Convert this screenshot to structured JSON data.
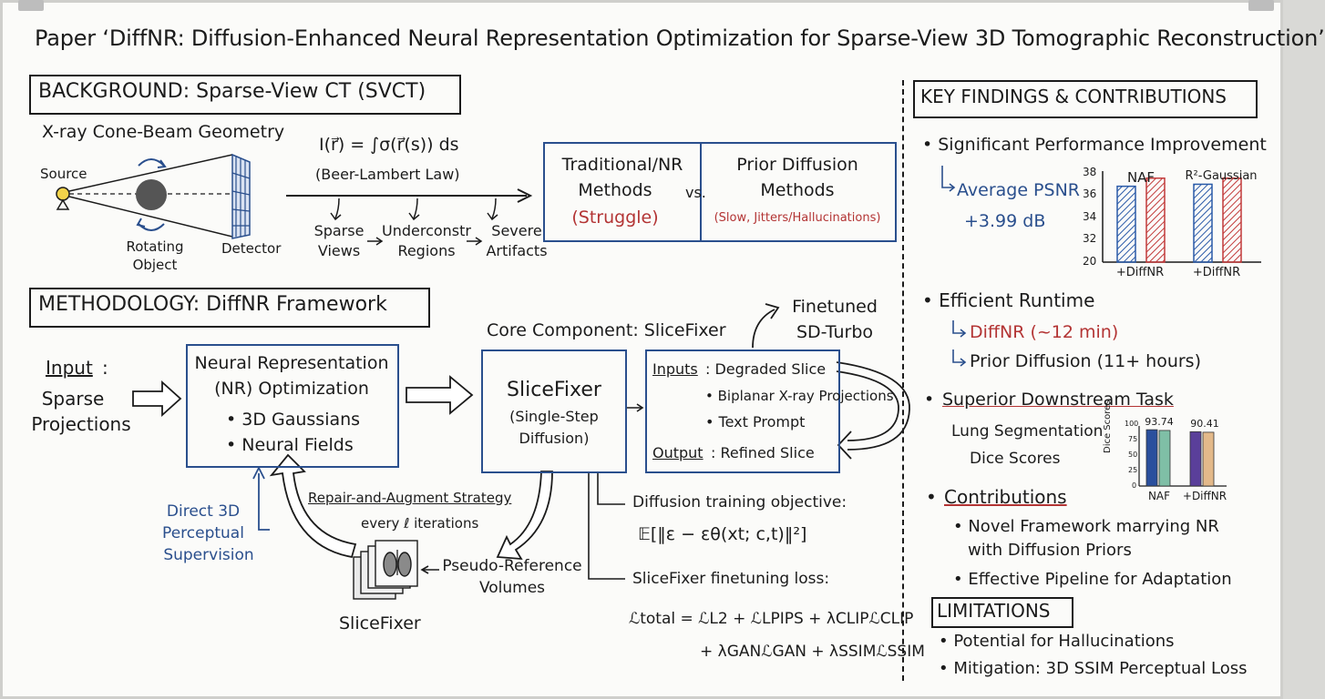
{
  "title": "Paper ‘DiffNR: Diffusion-Enhanced Neural Representation Optimization for Sparse-View 3D Tomographic Reconstruction’",
  "background": {
    "heading": "BACKGROUND: Sparse-View CT (SVCT)",
    "geometry_label": "X-ray Cone-Beam Geometry",
    "source": "Source",
    "rotating": "Rotating",
    "object": "Object",
    "detector": "Detector",
    "formula": "I(r⃗) = ∫σ(r⃗(s)) ds",
    "law": "(Beer-Lambert Law)",
    "flow": [
      "Sparse",
      "Views",
      "Underconstr",
      "Regions",
      "Severe",
      "Artifacts"
    ],
    "compare": {
      "left_1": "Traditional/NR",
      "left_2": "Methods",
      "left_3": "(Struggle)",
      "vs": "vs.",
      "right_1": "Prior Diffusion",
      "right_2": "Methods",
      "right_3": "(Slow, Jitters/Hallucinations)"
    }
  },
  "methodology": {
    "heading": "METHODOLOGY: DiffNR Framework",
    "input_label": "Input",
    "input_colon": ":",
    "input_1": "Sparse",
    "input_2": "Projections",
    "nr_1": "Neural Representation",
    "nr_2": "(NR) Optimization",
    "nr_b1": "• 3D Gaussians",
    "nr_b2": "• Neural Fields",
    "core_label": "Core Component: SliceFixer",
    "sf_1": "SliceFixer",
    "sf_2": "(Single-Step",
    "sf_3": "Diffusion)",
    "finetuned_1": "Finetuned",
    "finetuned_2": "SD-Turbo",
    "io_inputs_label": "Inputs",
    "io_inputs_rest": ": Degraded Slice",
    "io_b1": "• Biplanar X-ray Projections",
    "io_b2": "• Text Prompt",
    "io_output_label": "Output",
    "io_output_rest": ": Refined Slice",
    "direct_1": "Direct 3D",
    "direct_2": "Perceptual",
    "direct_3": "Supervision",
    "repair": "Repair-and-Augment Strategy",
    "every": "every ℓ iterations",
    "slicefixer_bottom": "SliceFixer",
    "pseudo_1": "Pseudo-Reference",
    "pseudo_2": "Volumes",
    "obj_label": "Diffusion training objective:",
    "obj_formula": "𝔼[‖ε − εθ(xt; c,t)‖²]",
    "loss_label": "SliceFixer finetuning loss:",
    "loss_1": "ℒtotal = ℒL2 + ℒLPIPS + λCLIPℒCLIP",
    "loss_2": "+ λGANℒGAN + λSSIMℒSSIM"
  },
  "findings": {
    "heading": "KEY FINDINGS & CONTRIBUTIONS",
    "perf": "• Significant Performance Improvement",
    "avg": "Average PSNR",
    "gain": "+3.99 dB",
    "runtime": "• Efficient Runtime",
    "rt_1": "DiffNR (~12 min)",
    "rt_2": "Prior Diffusion (11+ hours)",
    "downstream": "Superior Downstream Task",
    "lung_1": "Lung Segmentation",
    "lung_2": "Dice Scores",
    "contrib": "Contributions",
    "c1a": "• Novel Framework marrying NR",
    "c1b": "with Diffusion Priors",
    "c2": "• Effective Pipeline for Adaptation",
    "limitations": "LIMITATIONS",
    "l1": "• Potential for Hallucinations",
    "l2": "• Mitigation: 3D SSIM Perceptual Loss"
  },
  "chart_data": [
    {
      "type": "bar",
      "group_titles": [
        "NAF",
        "R²-Gaussian"
      ],
      "categories": [
        "+DiffNR",
        "+DiffNR"
      ],
      "series": [
        {
          "values": [
            35.0,
            35.4
          ]
        },
        {
          "values": [
            36.6,
            36.6
          ]
        }
      ],
      "yticks": [
        "20",
        "32",
        "34",
        "36",
        "38"
      ],
      "ylim": [
        20,
        38
      ],
      "colors": [
        "#2a5aa8",
        "#c23a3a"
      ]
    },
    {
      "type": "bar",
      "categories": [
        "NAF",
        "+DiffNR"
      ],
      "series": [
        {
          "values": [
            93.74,
            92.5
          ]
        },
        {
          "values": [
            90.41,
            89.5
          ]
        }
      ],
      "data_labels": [
        "93.74",
        "90.41"
      ],
      "ylabel": "Dice Scores",
      "yticks": [
        "100",
        "75",
        "50",
        "25",
        "0"
      ],
      "ylim": [
        0,
        100
      ],
      "colors": [
        "#2a4f9d",
        "#7fbfa6",
        "#5a3f9a",
        "#e3b98a"
      ]
    }
  ]
}
